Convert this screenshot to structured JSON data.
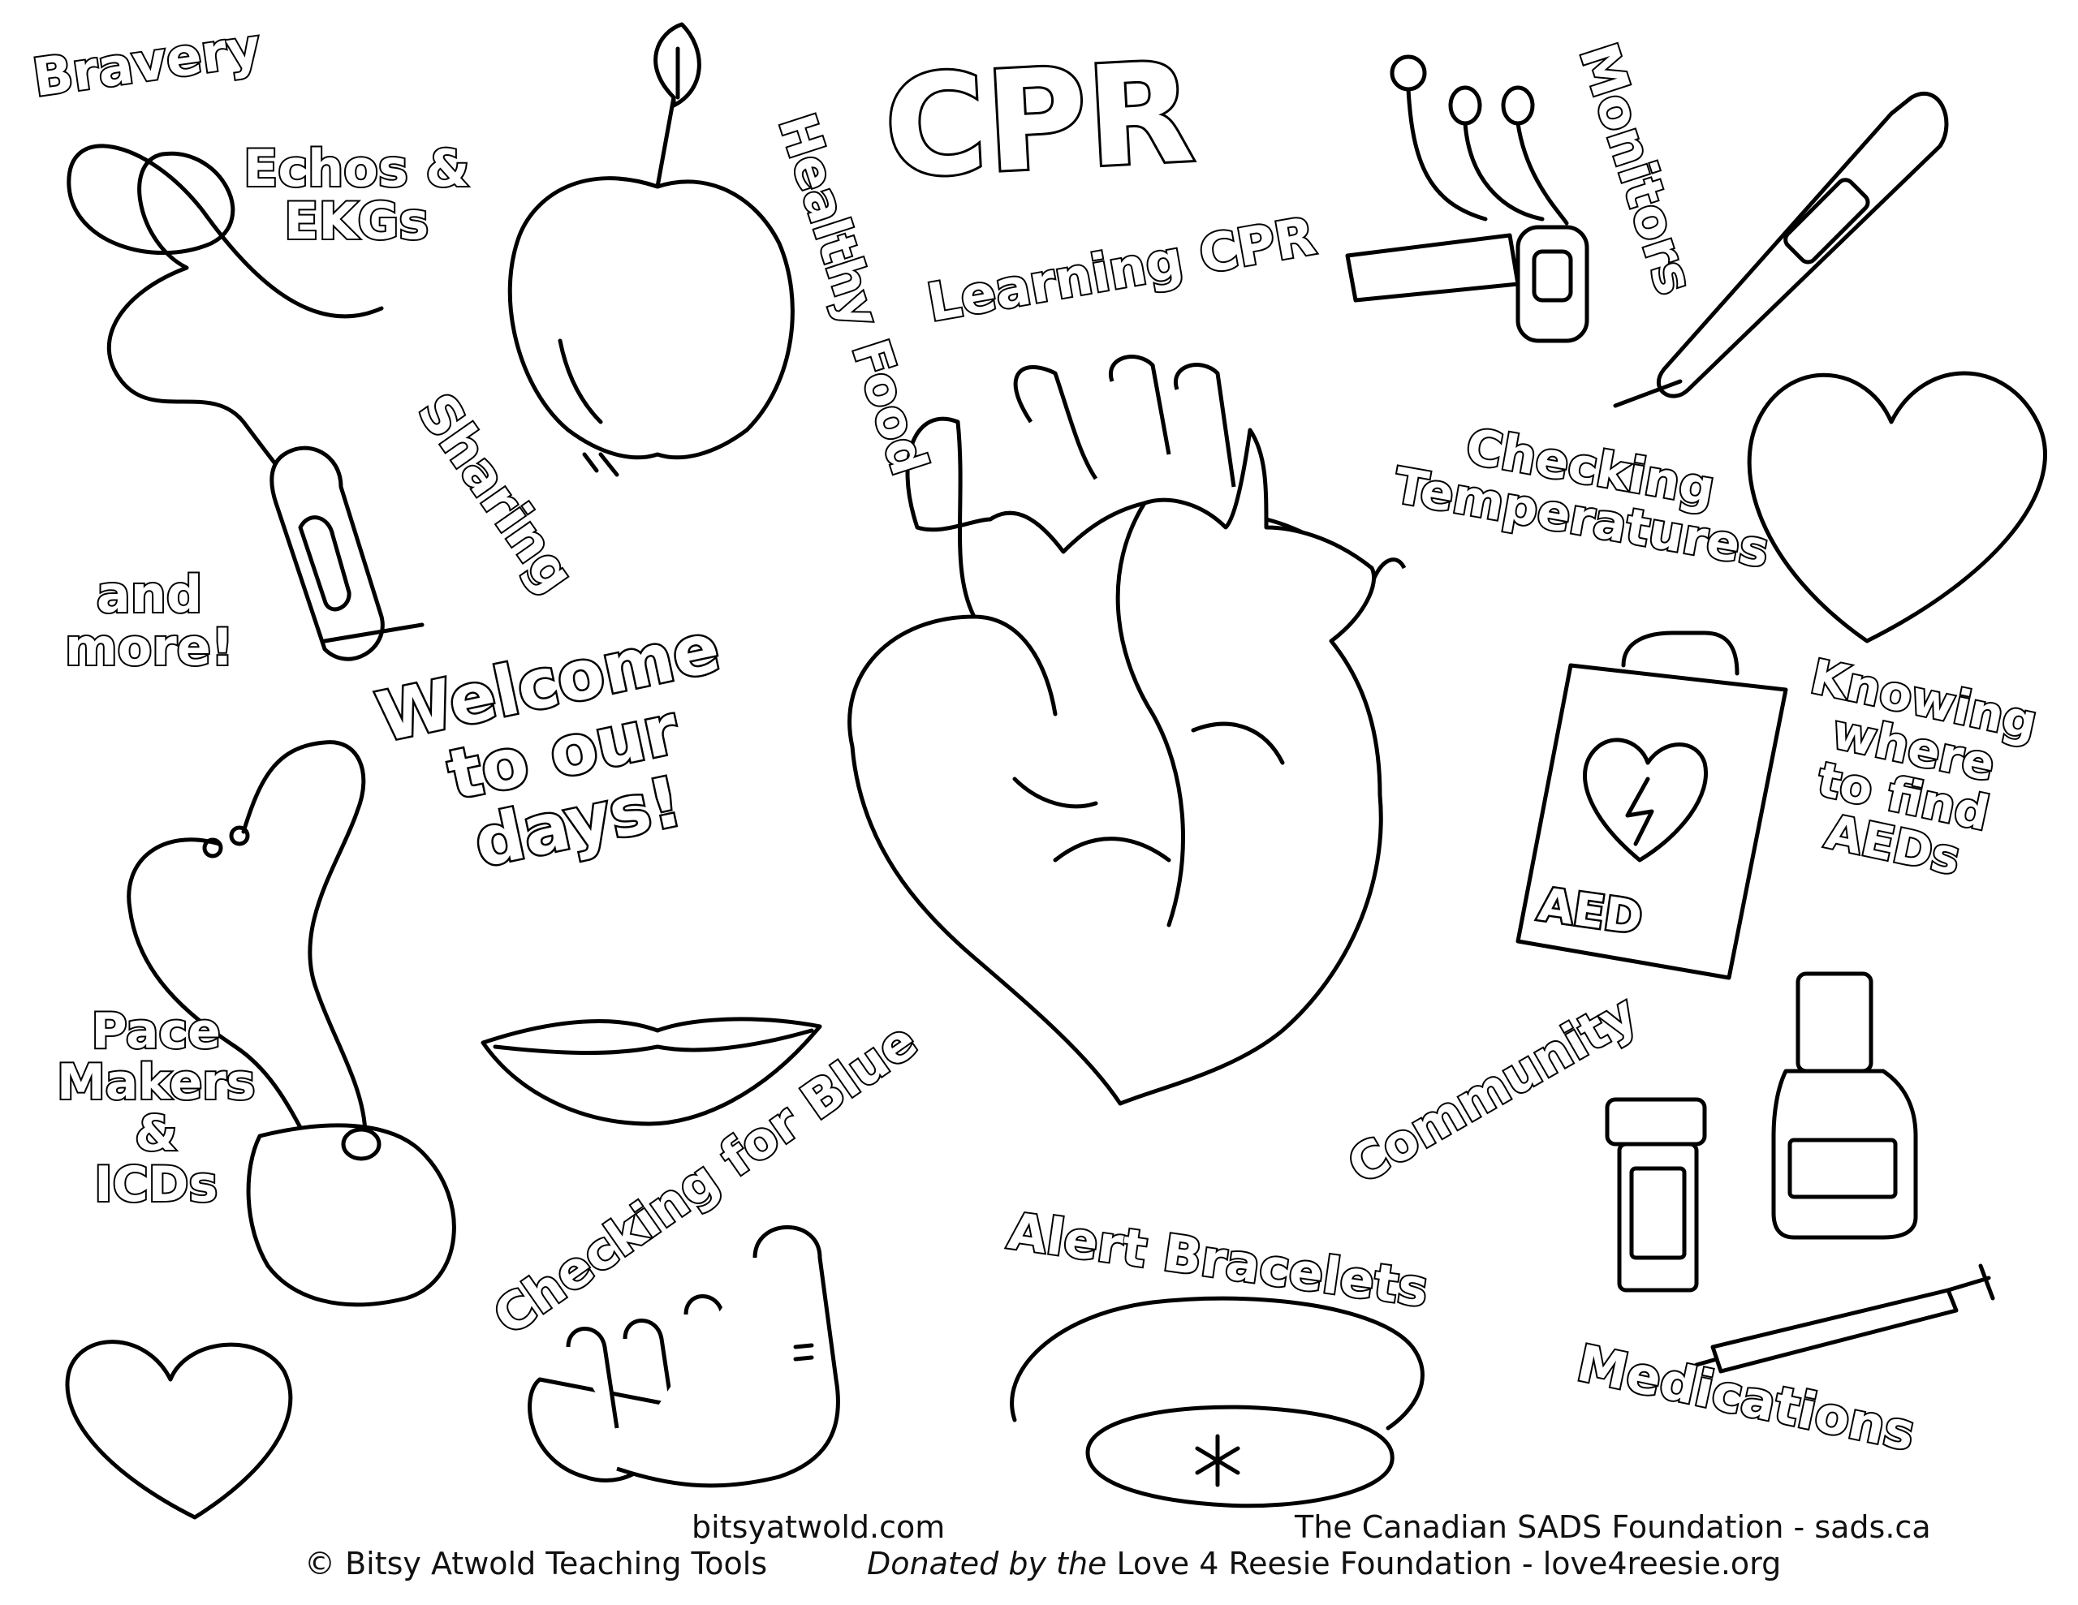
{
  "labels": {
    "bravery": "Bravery",
    "echos_line1": "Echos &",
    "echos_line2": "EKGs",
    "healthy_food": "Healthy Food",
    "cpr_logo": "CPR",
    "learning_cpr": "Learning CPR",
    "monitors": "Monitors",
    "sharing": "Sharing",
    "checking_line1": "Checking",
    "checking_line2": "Temperatures",
    "and_more_line1": "and",
    "and_more_line2": "more!",
    "welcome_line1": "Welcome",
    "welcome_line2": "to our",
    "welcome_line3": "days!",
    "knowing_line1": "Knowing",
    "knowing_line2": "where",
    "knowing_line3": "to find",
    "knowing_line4": "AEDs",
    "aed": "AED",
    "pace_line1": "Pace",
    "pace_line2": "Makers",
    "pace_line3": "&",
    "pace_line4": "ICDs",
    "community": "Community",
    "checking_blue": "Checking for Blue",
    "alert_bracelets": "Alert Bracelets",
    "medications": "Medications"
  },
  "footer": {
    "site": "bitsyatwold.com",
    "copyright": "© Bitsy Atwold Teaching Tools",
    "sads": "The Canadian SADS Foundation - sads.ca",
    "donated_italic": "Donated by the",
    "donated_rest": " Love 4 Reesie Foundation - love4reesie.org"
  }
}
